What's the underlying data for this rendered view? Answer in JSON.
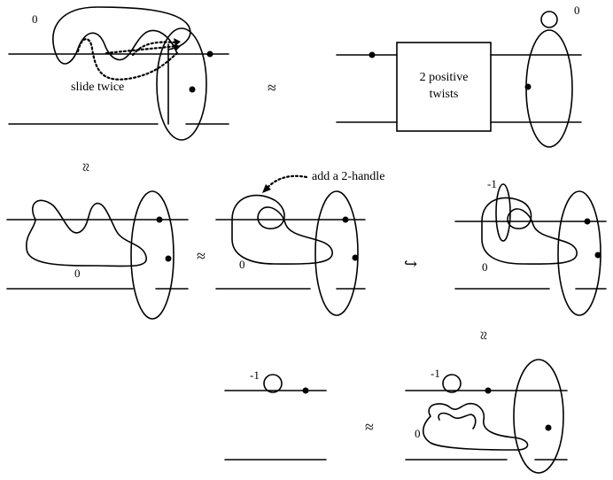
{
  "labels": {
    "top_left_framing": "0",
    "slide_twice": "slide twice",
    "box_text_line1": "2 positive",
    "box_text_line2": "twists",
    "top_right_framing": "0",
    "add_2_handle": "add a 2-handle",
    "mid_left_framing": "0",
    "mid_center_framing": "0",
    "mid_right_framing_0": "0",
    "mid_right_framing_minus1": "-1",
    "bottom_left_framing": "-1",
    "bottom_right_framing_minus1": "-1",
    "bottom_right_framing_0": "0"
  },
  "symbols": {
    "approx_top": "≈",
    "approx_rotated_left": "≈",
    "approx_mid": "≈",
    "hook_arrow": "↪",
    "approx_rotated_right": "≈",
    "approx_bottom": "≈"
  },
  "colors": {
    "ink": "#000000",
    "background": "#ffffff"
  }
}
